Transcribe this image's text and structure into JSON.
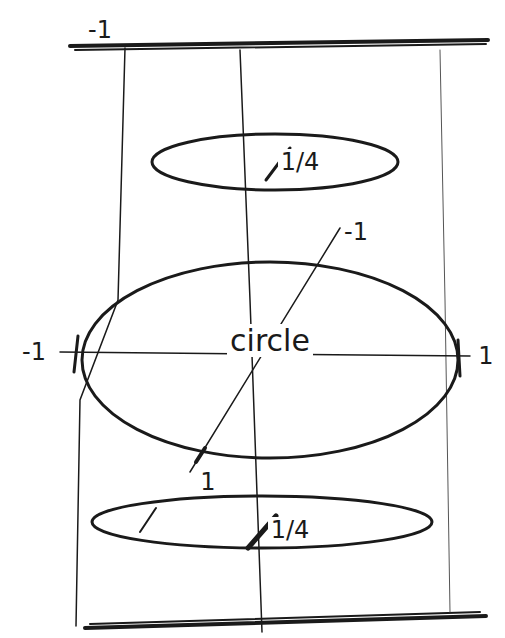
{
  "diagram": {
    "nodes": [
      {
        "text": [
          "1/4"
        ]
      },
      {
        "text": [
          "circle"
        ]
      },
      {
        "text": [
          "1/4"
        ]
      }
    ],
    "labels": [
      "-1",
      "-1",
      "-1",
      "1",
      "1"
    ]
  }
}
